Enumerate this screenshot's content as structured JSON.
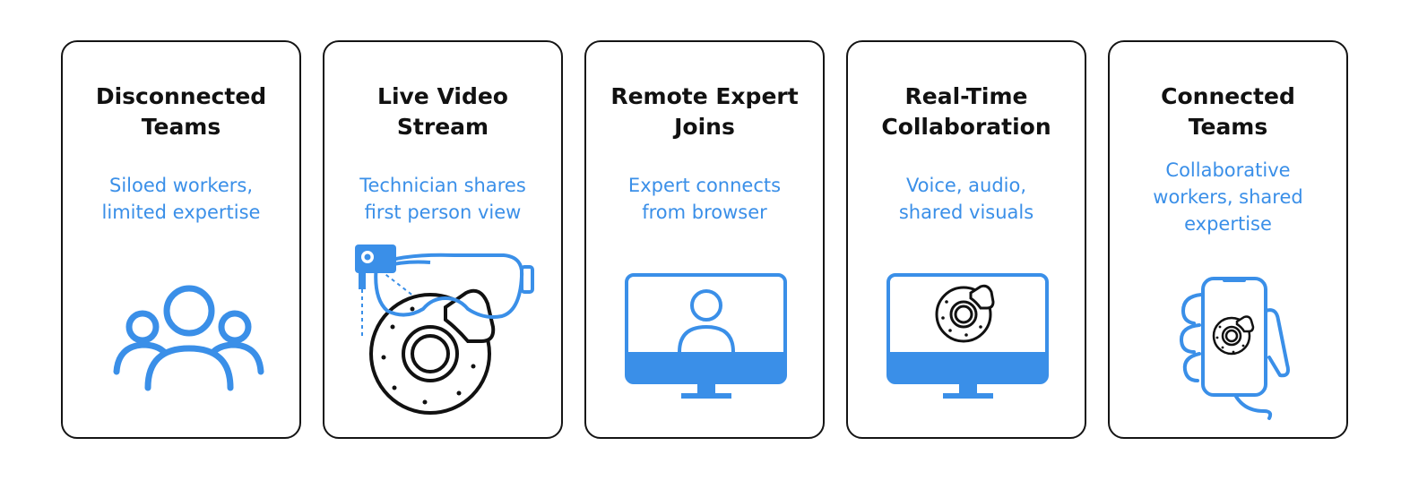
{
  "accent_color": "#3a8fe8",
  "ink_color": "#111111",
  "steps": [
    {
      "title": "Disconnected\nTeams",
      "description": "Siloed workers,\nlimited expertise",
      "icon": "team-group-icon"
    },
    {
      "title": "Live Video\nStream",
      "description": "Technician shares\nfirst person view",
      "icon": "smart-glasses-camera-icon"
    },
    {
      "title": "Remote Expert\nJoins",
      "description": "Expert connects\nfrom browser",
      "icon": "monitor-user-icon"
    },
    {
      "title": "Real-Time\nCollaboration",
      "description": "Voice, audio,\nshared visuals",
      "icon": "monitor-brake-disc-icon"
    },
    {
      "title": "Connected\nTeams",
      "description": "Collaborative\nworkers, shared\nexpertise",
      "icon": "phone-in-hand-icon"
    }
  ]
}
